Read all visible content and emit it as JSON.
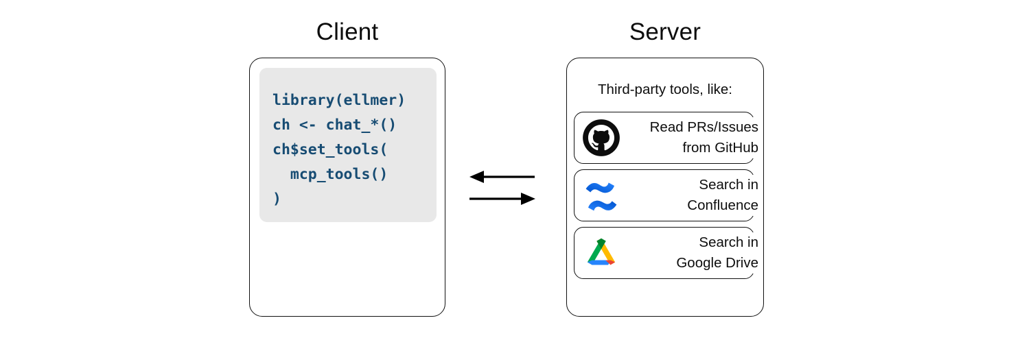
{
  "diagram": {
    "type": "client-server-architecture",
    "client": {
      "title": "Client",
      "code_lines": [
        "library(ellmer)",
        "",
        "ch <- chat_*()",
        "",
        "ch$set_tools(",
        "  mcp_tools()",
        ")"
      ],
      "code_color": "#174c73",
      "code_background": "#e8e8e8"
    },
    "server": {
      "title": "Server",
      "caption": "Third-party tools, like:",
      "tools": [
        {
          "icon": "github-icon",
          "label": "Read PRs/Issues\nfrom GitHub"
        },
        {
          "icon": "confluence-icon",
          "label": "Search in\nConfluence"
        },
        {
          "icon": "google-drive-icon",
          "label": "Search in\nGoogle Drive"
        }
      ]
    },
    "connection": {
      "arrow_top_direction": "left",
      "arrow_bottom_direction": "right",
      "arrow_color": "#000000"
    }
  }
}
